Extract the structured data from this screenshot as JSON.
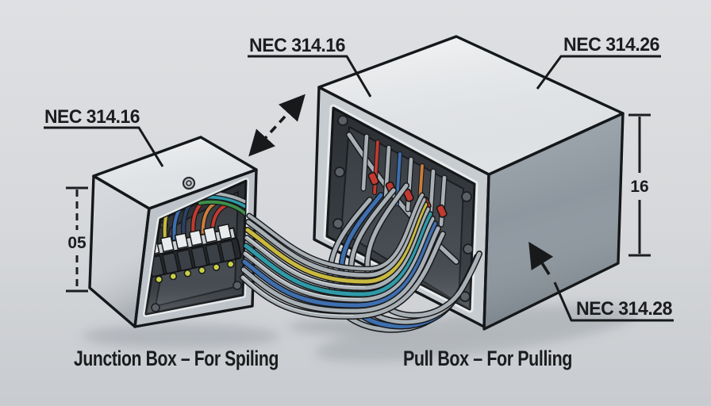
{
  "colors": {
    "background": "#d9dbde",
    "outline": "#15181a",
    "box_top": "#eef0f2",
    "box_side": "#8e979f",
    "box_left": "#ced2d6",
    "box_frame": "#c7ccd0",
    "box_frame_small": "#bdc3c8",
    "box_interior": "#3a3f45",
    "interior_panel": "#474d53",
    "wire_gray": "#a9b0b5",
    "wire_red": "#c23a30",
    "wire_blue": "#3e6fb0",
    "wire_yellow": "#c9b93f",
    "wire_orange": "#cd7d3a",
    "wire_teal": "#2f9aa8",
    "wire_green": "#3e8f4a",
    "wire_navy": "#2a4166",
    "text": "#1a1c1e"
  },
  "labels": {
    "junction_nec": "NEC 314.16",
    "pullbox_top_nec": "NEC 314.16",
    "pullbox_side_nec": "NEC 314.26",
    "pullbox_bottom_nec": "NEC 314.28"
  },
  "dimensions": {
    "junction_height": "05",
    "pullbox_height": "16"
  },
  "captions": {
    "junction": "Junction Box – For Spiling",
    "pullbox": "Pull Box – For Pulling"
  }
}
